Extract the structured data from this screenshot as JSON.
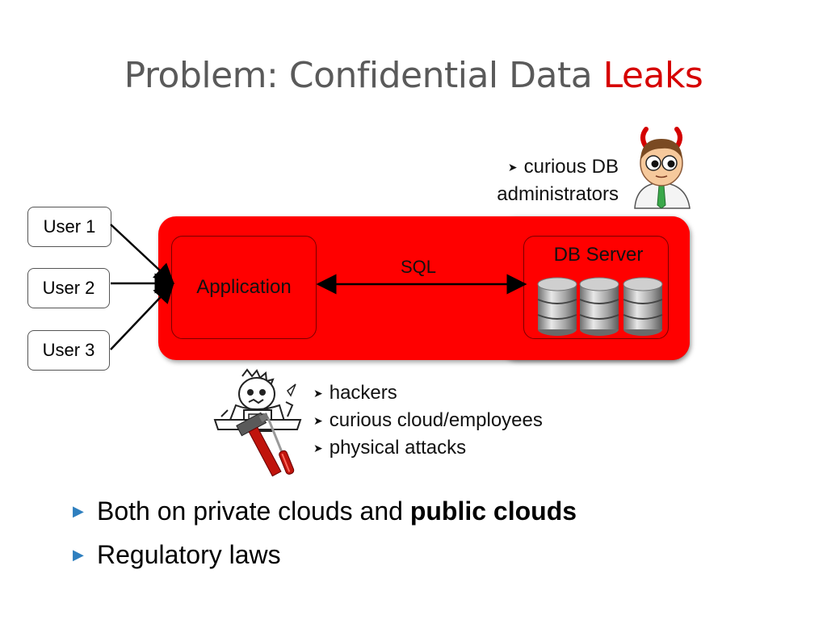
{
  "title": {
    "prefix": "Problem: Confidential Data ",
    "highlight": "Leaks"
  },
  "users": [
    "User 1",
    "User 2",
    "User 3"
  ],
  "application": {
    "label": "Application"
  },
  "db_server": {
    "label": "DB Server"
  },
  "connection": {
    "label": "SQL"
  },
  "admin": {
    "line1": "curious DB",
    "line2": "administrators"
  },
  "threats": [
    "hackers",
    "curious cloud/employees",
    "physical attacks"
  ],
  "bullets": [
    {
      "text": "Both on private clouds and ",
      "bold": "public clouds"
    },
    {
      "text": "Regulatory laws",
      "bold": ""
    }
  ],
  "colors": {
    "region": "#ff0000",
    "title": "#5a5a5a",
    "highlight": "#d60000",
    "bullet": "#2e7fbf"
  }
}
